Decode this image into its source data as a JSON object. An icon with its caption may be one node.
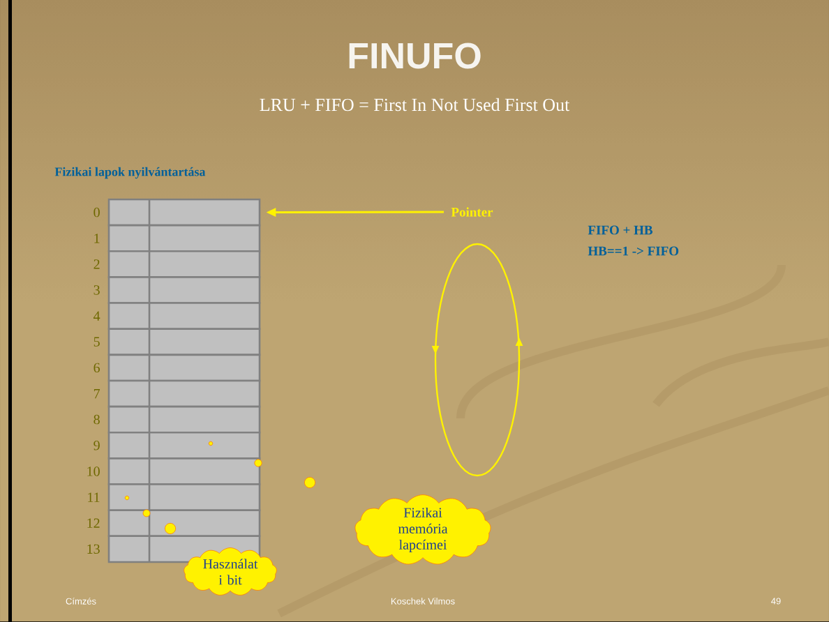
{
  "diagram": {
    "title": "FINUFO",
    "nodes": [
      {
        "text": [
          "Pointer"
        ]
      },
      {
        "text": [],
        "shape": "box"
      },
      {
        "text": [],
        "shape": "box"
      },
      {
        "text": [],
        "shape": "box"
      },
      {
        "text": [],
        "shape": "box"
      },
      {
        "text": [],
        "shape": "box"
      },
      {
        "text": [],
        "shape": "box"
      },
      {
        "text": [],
        "shape": "box"
      },
      {
        "text": [],
        "shape": "box"
      },
      {
        "text": [],
        "shape": "box"
      },
      {
        "text": [],
        "shape": "box"
      },
      {
        "text": [],
        "shape": "box"
      },
      {
        "text": [],
        "shape": "box"
      },
      {
        "text": [],
        "shape": "box"
      },
      {
        "text": [],
        "shape": "box"
      },
      {
        "text": [
          "Fizikai memória lapcímei"
        ]
      },
      {
        "text": [
          "Használat i bit"
        ]
      }
    ],
    "edges": [
      {
        "from": 0,
        "to": 1,
        "arrow": "to"
      }
    ],
    "labels": [
      "LRU + FIFO = First In Not Used First Out",
      "Fizikai lapok nyilvántartása",
      "0",
      "1",
      "2",
      "3",
      "4",
      "5",
      "6",
      "7",
      "8",
      "9",
      "10",
      "11",
      "12",
      "13",
      "FIFO + HB",
      "HB==1 -> FIFO",
      "Címzés",
      "Koschek Vilmos",
      "49"
    ]
  }
}
